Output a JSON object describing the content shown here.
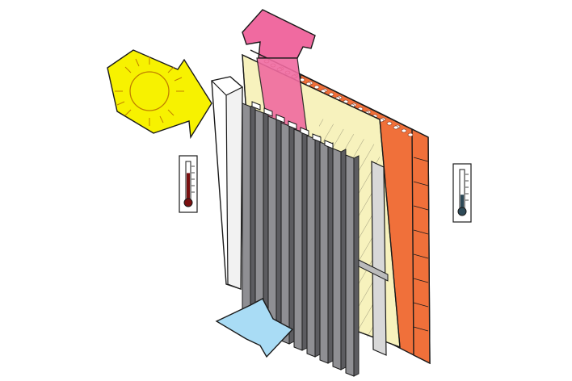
{
  "diagram": {
    "colors": {
      "sun": "#f7f200",
      "hot_air": "#f06aa0",
      "cool_air": "#a9dcf5",
      "brick": "#f0703a",
      "brick_light": "#f6a56a",
      "insulation": "#f7f2bd",
      "fins": "#8f8f93",
      "fins_dark": "#5c5c60",
      "frame": "#ffffff",
      "thermo_hot": "#7a1010",
      "thermo_cold": "#2e4a58",
      "line": "#1a1a1a"
    },
    "thermometers": [
      {
        "name": "warm-side-thermometer",
        "level": 0.7
      },
      {
        "name": "cool-side-thermometer",
        "level": 0.35
      }
    ]
  }
}
